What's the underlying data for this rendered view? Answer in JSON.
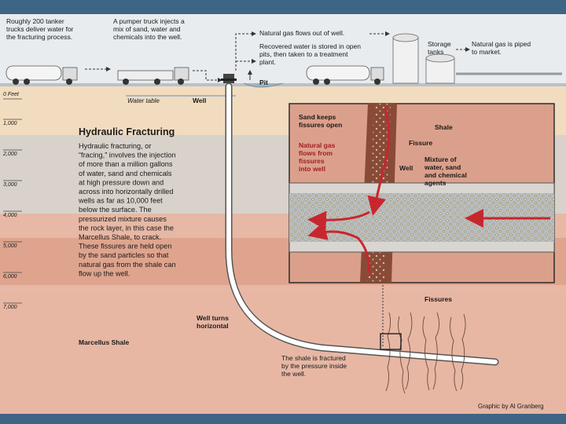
{
  "surface": {
    "tanker_caption": [
      "Roughly 200 tanker",
      "trucks deliver water for",
      "the fracturing process."
    ],
    "pumper_caption": [
      "A pumper truck injects a",
      "mix of sand, water and",
      "chemicals into the well."
    ],
    "gas_flows_caption": "Natural gas flows out of well.",
    "recovered_caption": [
      "Recovered water is stored in open",
      "pits, then taken to a treatment",
      "plant."
    ],
    "storage_label": [
      "Storage",
      "tanks"
    ],
    "piped_caption": [
      "Natural gas is piped",
      "to market."
    ],
    "pit_label": "Pit",
    "water_table_label": "Water table",
    "well_label": "Well"
  },
  "depth_axis": {
    "labels": [
      "0 Feet",
      "1,000",
      "2,000",
      "3,000",
      "4,000",
      "5,000",
      "6,000",
      "7,000"
    ]
  },
  "main_text": {
    "title": "Hydraulic Fracturing",
    "body": [
      "Hydraulic fracturing, or",
      "“fracing,” involves the injection",
      "of more than a million gallons",
      "of water, sand and chemicals",
      "at high pressure down and",
      "across into horizontally drilled",
      "wells as far as 10,000 feet",
      "below the surface. The",
      "pressurized mixture causes",
      "the rock layer, in this case the",
      "Marcellus Shale, to crack.",
      "These fissures are held open",
      "by the sand particles so that",
      "natural gas from the shale can",
      "flow up the well."
    ]
  },
  "inset": {
    "sand_label": [
      "Sand keeps",
      "fissures open"
    ],
    "shale_label": "Shale",
    "gas_label": [
      "Natural gas",
      "flows from",
      "fissures",
      "into well"
    ],
    "fissure_label": "Fissure",
    "well_label": "Well",
    "mixture_label": [
      "Mixture of",
      "water, sand",
      "and chemical",
      "agents"
    ]
  },
  "lower": {
    "turns_label": [
      "Well turns",
      "horizontal"
    ],
    "fissures_label": "Fissures",
    "shale_name": "Marcellus Shale",
    "fractured_caption": [
      "The shale is fractured",
      "by the pressure inside",
      "the well."
    ],
    "credit": "Graphic by Al Granberg"
  },
  "colors": {
    "frame": "#3f6584",
    "sky": "#e8ecef",
    "sand_layer": "#f2dcc0",
    "grey_layer": "#d8d2cb",
    "pink_layer": "#e6b8a5",
    "deep_layer": "#d9937c",
    "shale_layer": "#e7b7a4",
    "fissure_brown": "#8a4a38",
    "gas_red": "#c8262e",
    "well_grey": "#b9bcbd"
  }
}
